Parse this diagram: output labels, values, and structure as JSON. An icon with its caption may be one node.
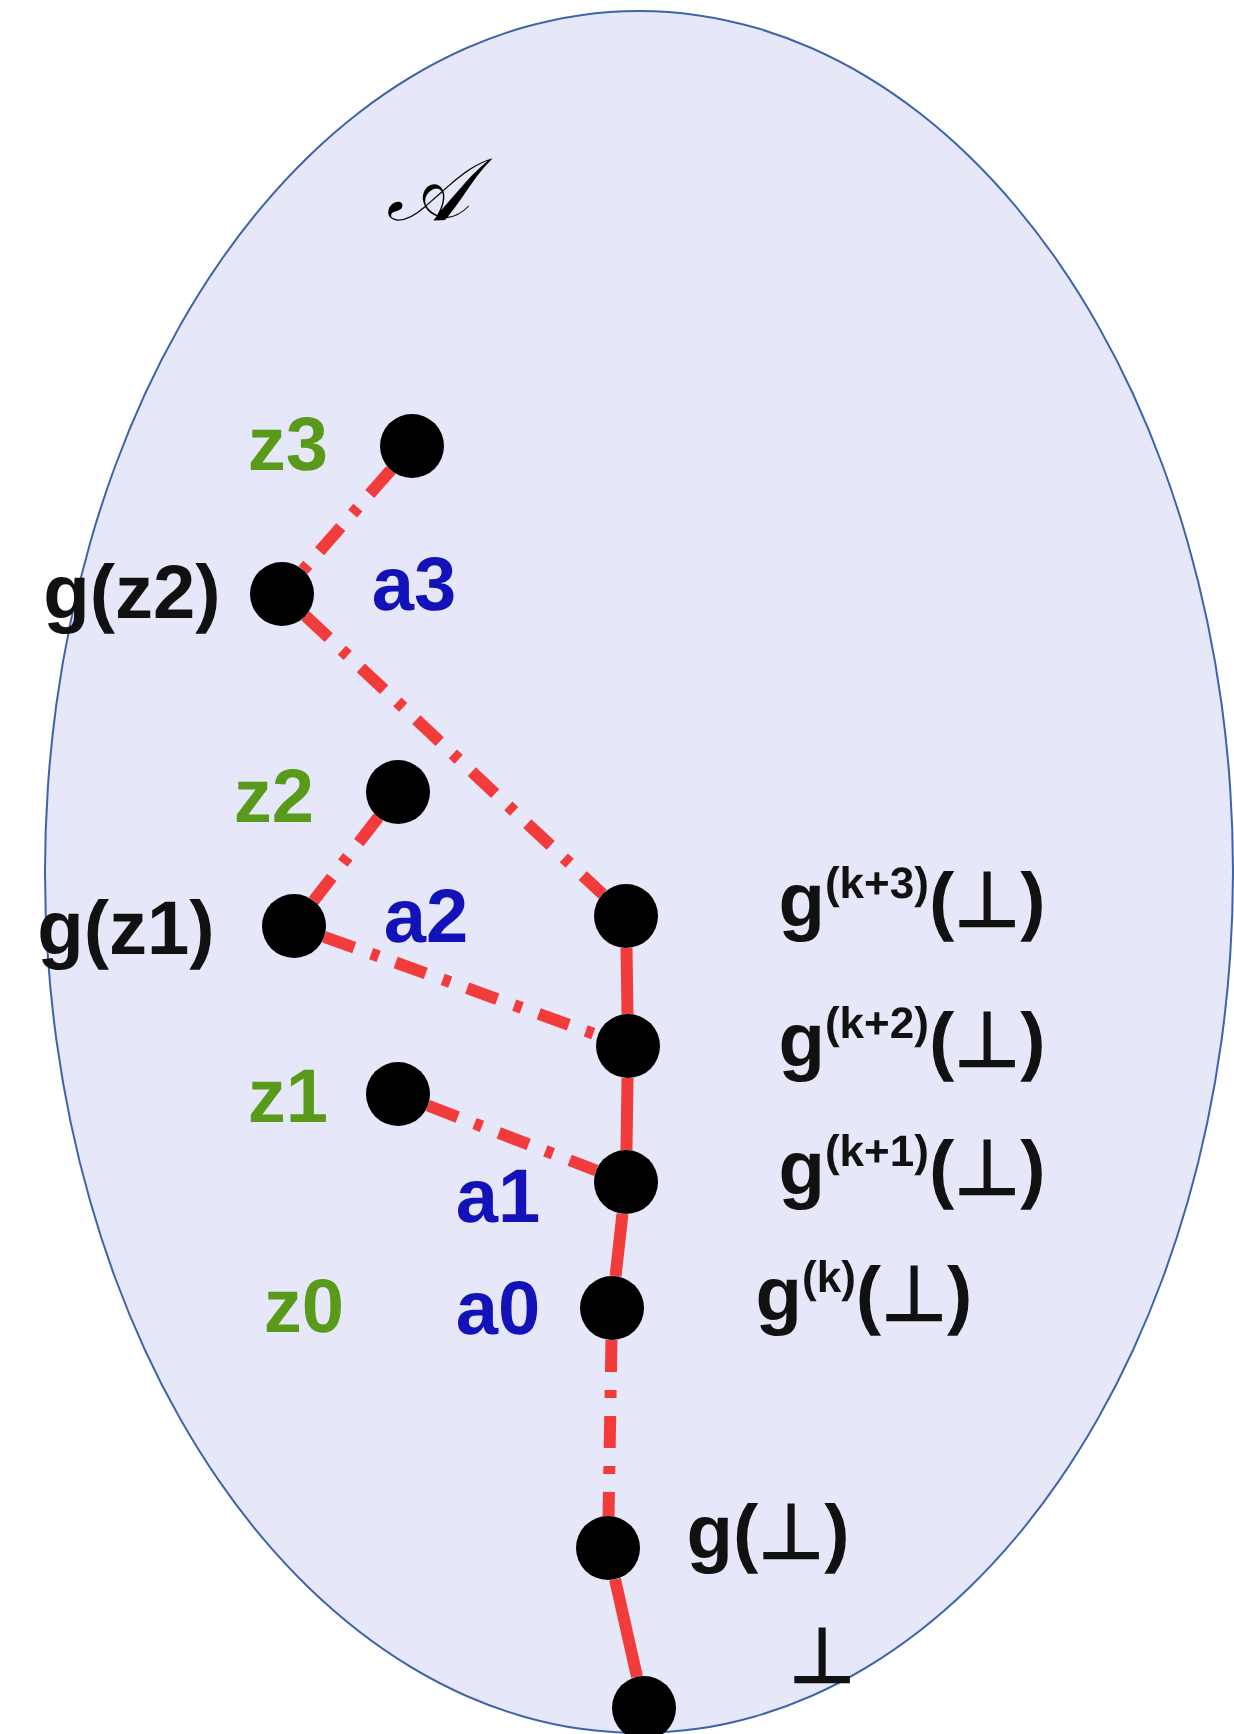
{
  "diagram": {
    "nodes": [
      {
        "text": [
          "𝒜"
        ]
      },
      {
        "text": [],
        "shape": "circle",
        "in": 0,
        "beside": [
          "z3"
        ]
      },
      {
        "text": [],
        "shape": "circle",
        "in": 0,
        "beside": [
          "g(z2)",
          "a3"
        ]
      },
      {
        "text": [],
        "shape": "circle",
        "in": 0,
        "beside": [
          "z2"
        ]
      },
      {
        "text": [],
        "shape": "circle",
        "in": 0,
        "beside": [
          "g(z1)",
          "a2"
        ]
      },
      {
        "text": [],
        "shape": "circle",
        "in": 0,
        "beside": [
          "g$^{(k+3)}$(⊥)"
        ]
      },
      {
        "text": [],
        "shape": "circle",
        "in": 0,
        "beside": [
          "g$^{(k+2)}$(⊥)"
        ]
      },
      {
        "text": [],
        "shape": "circle",
        "in": 0,
        "beside": [
          "z1"
        ]
      },
      {
        "text": [],
        "shape": "circle",
        "in": 0,
        "beside": [
          "g$^{(k+1)}$(⊥)",
          "a1"
        ]
      },
      {
        "text": [],
        "shape": "circle",
        "in": 0,
        "beside": [
          "g$^{(k)}$(⊥)",
          "a0"
        ]
      },
      {
        "text": [],
        "shape": "circle",
        "in": 0,
        "beside": [
          "g(⊥)"
        ]
      },
      {
        "text": [],
        "shape": "circle",
        "in": 0,
        "beside": [
          "⊥"
        ]
      }
    ],
    "edges": [
      {
        "from": 1,
        "to": 2,
        "arrow": "none",
        "style": "dashed"
      },
      {
        "from": 2,
        "to": 5,
        "arrow": "none",
        "style": "dashed"
      },
      {
        "from": 3,
        "to": 4,
        "arrow": "none",
        "style": "dashed"
      },
      {
        "from": 4,
        "to": 6,
        "arrow": "none",
        "style": "dashed"
      },
      {
        "from": 7,
        "to": 8,
        "arrow": "none",
        "style": "dashed"
      },
      {
        "from": 5,
        "to": 6,
        "arrow": "none"
      },
      {
        "from": 6,
        "to": 8,
        "arrow": "none"
      },
      {
        "from": 8,
        "to": 9,
        "arrow": "none"
      },
      {
        "from": 9,
        "to": 10,
        "arrow": "none",
        "style": "dashed"
      },
      {
        "from": 10,
        "to": 11,
        "arrow": "none"
      }
    ],
    "labels": [
      "z0"
    ]
  }
}
